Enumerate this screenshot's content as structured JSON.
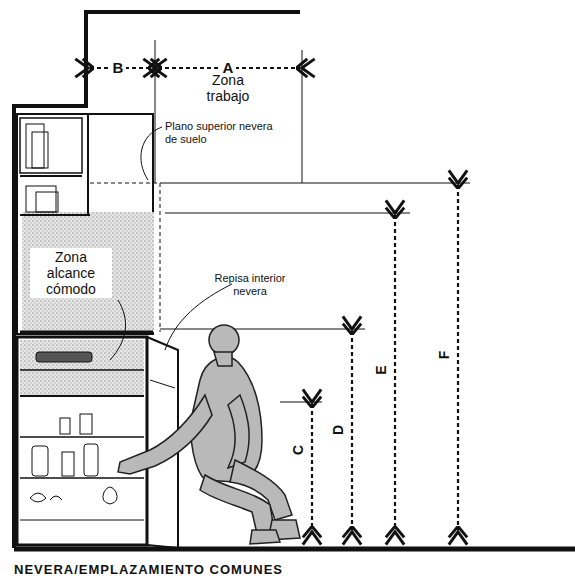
{
  "diagram": {
    "caption": "NEVERA/EMPLAZAMIENTO COMUNES",
    "nodes": [
      {
        "text": [
          "Zona alcance cómodo"
        ]
      }
    ],
    "labels": [
      "B",
      "A",
      "Zona trabajo",
      "Plano superior nevera de suelo",
      "Repisa interior nevera",
      "C",
      "D",
      "E",
      "F"
    ]
  }
}
